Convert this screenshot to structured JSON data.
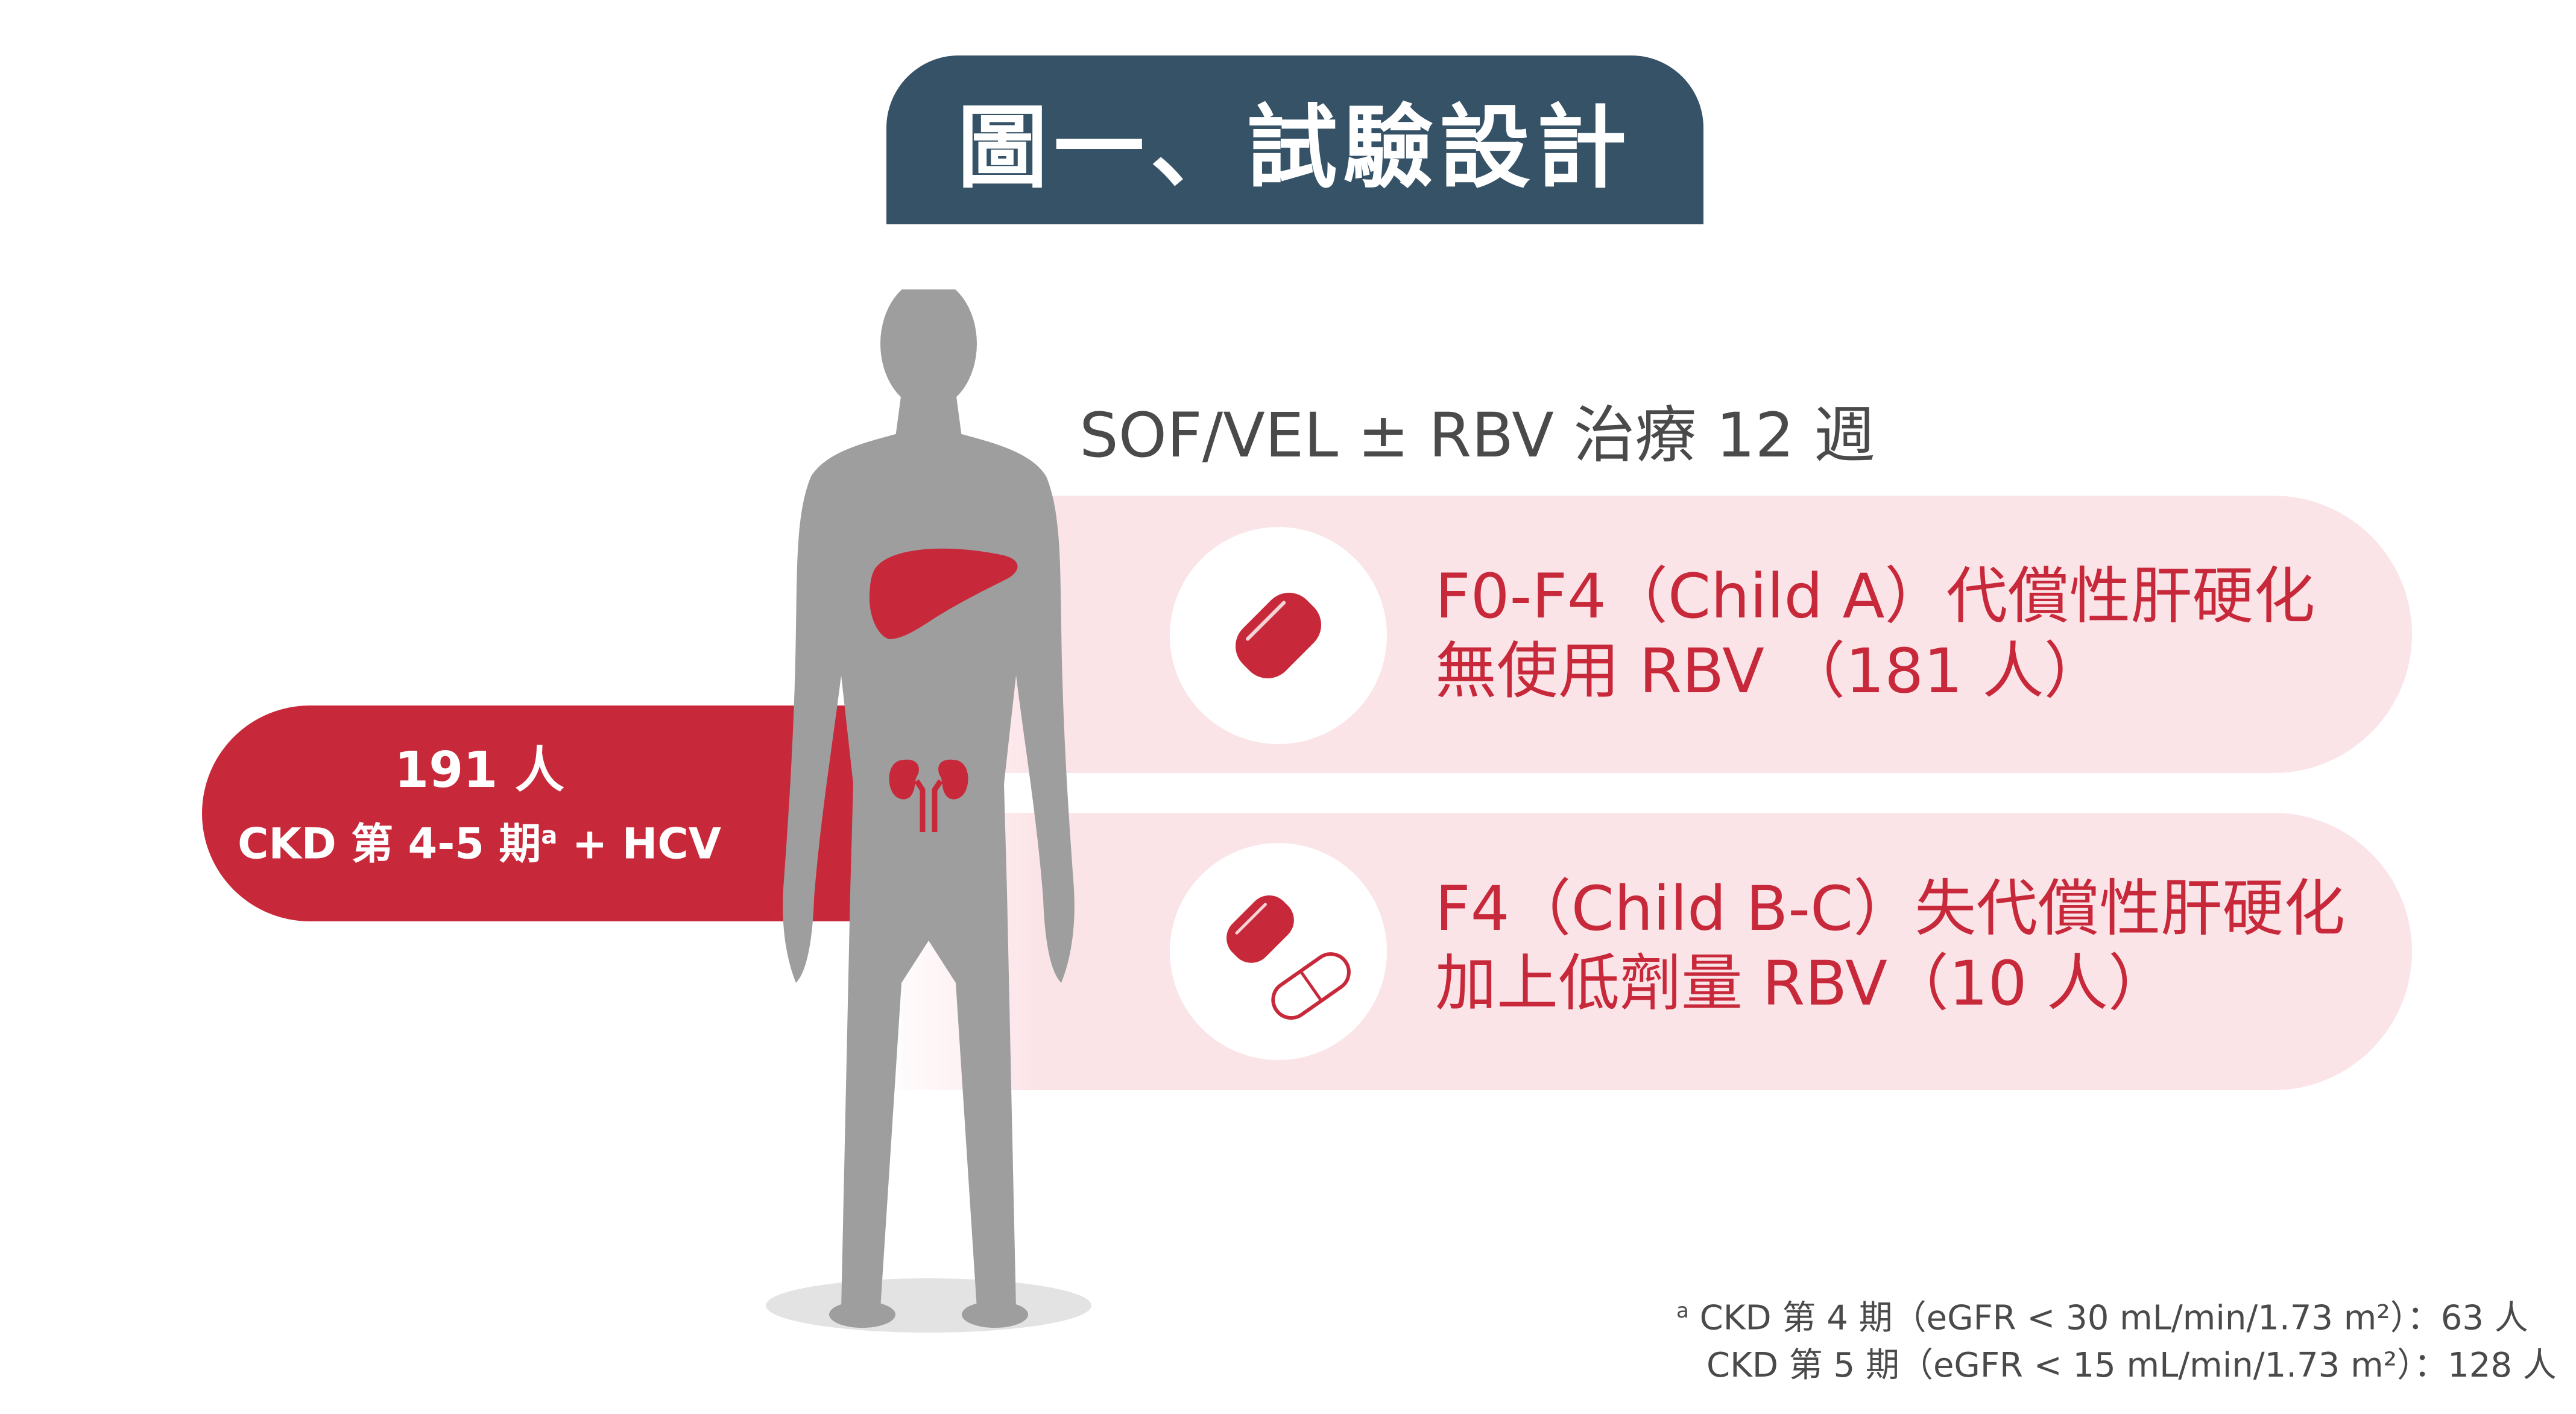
{
  "title": "圖一、試驗設計",
  "treatment_label": "SOF/VEL ± RBV 治療 12 週",
  "population": {
    "count": "191 人",
    "desc_pre": "CKD 第 4-5 期",
    "desc_sup": "a",
    "desc_post": " + HCV"
  },
  "arms": [
    {
      "line1": "F0-F4（Child A）代償性肝硬化",
      "line2": "無使用 RBV （181 人）",
      "icon": "pill-icon"
    },
    {
      "line1": "F4（Child B-C）失代償性肝硬化",
      "line2": "加上低劑量 RBV（10 人）",
      "icon": "pill-and-capsule-icon"
    }
  ],
  "footnote": {
    "marker": "a",
    "line1": " CKD 第 4 期（eGFR < 30 mL/min/1.73 m²）：63 人",
    "line2": "CKD 第 5 期（eGFR < 15 mL/min/1.73 m²）：128 人"
  },
  "colors": {
    "title_bg": "#355267",
    "accent_red": "#c8293a",
    "band_pink": "#fbe4e8",
    "body_gray": "#9e9e9e"
  }
}
